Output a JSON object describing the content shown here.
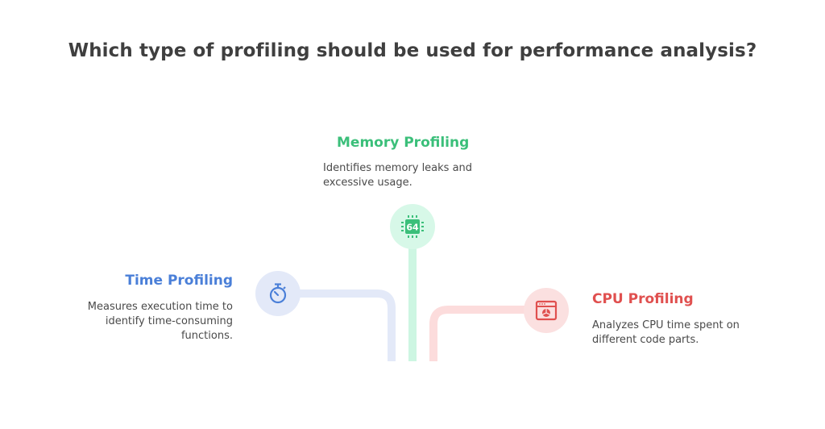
{
  "title": "Which type of profiling should be used for performance analysis?",
  "nodes": {
    "memory": {
      "title": "Memory Profiling",
      "description": "Identifies memory leaks and excessive usage.",
      "icon": "cpu-chip-icon",
      "chip_label": "64",
      "color": "#3bbf7a",
      "light_color": "#d7f8e8"
    },
    "time": {
      "title": "Time Profiling",
      "description": "Measures execution time to identify time-consuming functions.",
      "icon": "stopwatch-icon",
      "color": "#4a7fd8",
      "light_color": "#e3e9f8"
    },
    "cpu": {
      "title": "CPU Profiling",
      "description": "Analyzes CPU time spent on different code parts.",
      "icon": "browser-pie-chart-icon",
      "color": "#e0504f",
      "light_color": "#fbe0e0"
    }
  }
}
